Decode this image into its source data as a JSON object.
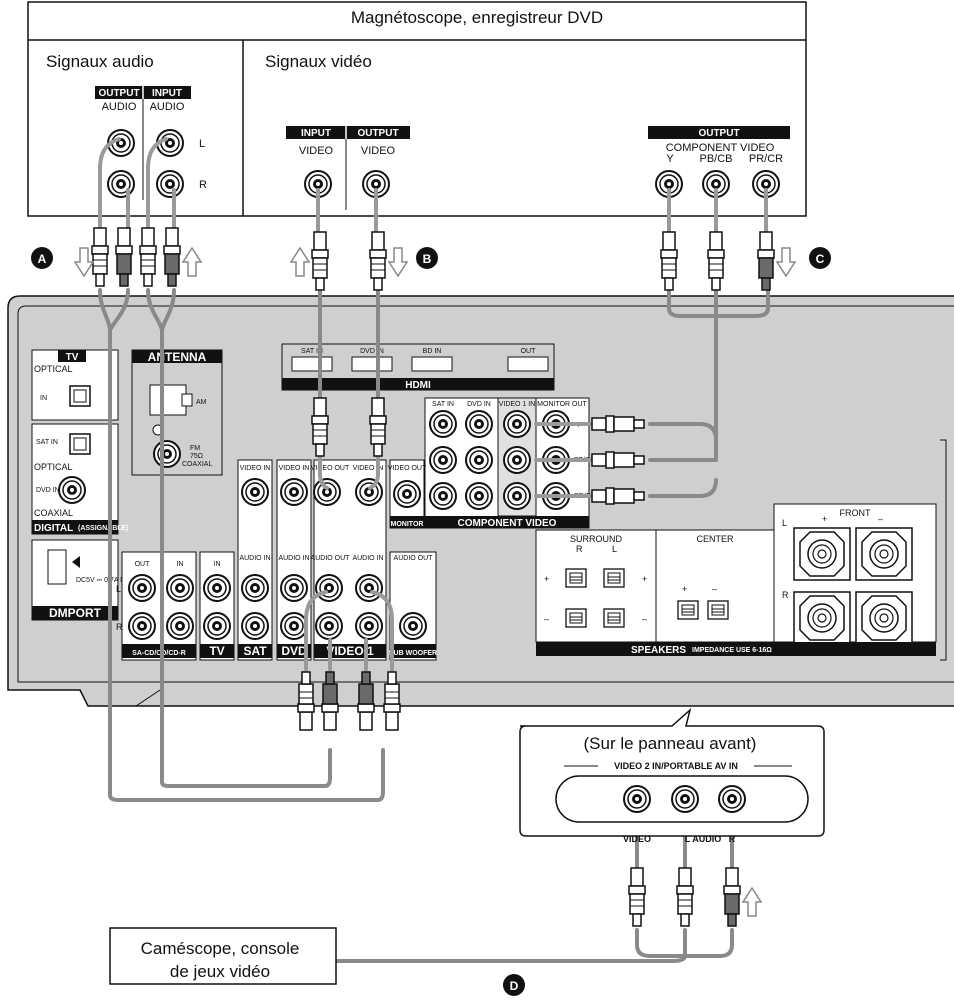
{
  "top_device": {
    "title": "Magnétoscope, enregistreur DVD",
    "audio_section": "Signaux audio",
    "video_section": "Signaux vidéo",
    "audio_out_header": "OUTPUT",
    "audio_in_header": "INPUT",
    "audio_out_label": "AUDIO",
    "audio_in_label": "AUDIO",
    "left_label": "L",
    "right_label": "R",
    "video_in_header": "INPUT",
    "video_out_header": "OUTPUT",
    "video_in_label": "VIDEO",
    "video_out_label": "VIDEO",
    "component_header": "OUTPUT",
    "component_label": "COMPONENT VIDEO",
    "y_label": "Y",
    "pb_label": "PB/CB",
    "pr_label": "PR/CR"
  },
  "callouts": {
    "a": "A",
    "b": "B",
    "c": "C",
    "d": "D"
  },
  "receiver": {
    "tv_box": "TV",
    "optical": "OPTICAL",
    "in": "IN",
    "sat_in": "SAT IN",
    "optical2": "OPTICAL",
    "dvd_in": "DVD IN",
    "coaxial": "COAXIAL",
    "digital": "DIGITAL",
    "assignable": "(ASSIGNABLE)",
    "antenna": "ANTENNA",
    "am": "AM",
    "fm": "FM",
    "fm_ohm": "75Ω",
    "fm_coax": "COAXIAL",
    "hdmi_sat": "SAT IN",
    "hdmi_dvd": "DVD IN",
    "hdmi_bd": "BD IN",
    "hdmi_out": "OUT",
    "hdmi": "HDMI",
    "comp_sat": "SAT IN",
    "comp_dvd": "DVD IN",
    "comp_video1": "VIDEO 1 IN",
    "comp_monitor": "MONITOR OUT",
    "comp_y": "Y",
    "comp_pb": "PB/CB",
    "comp_pr": "PR/CR",
    "component_video": "COMPONENT VIDEO",
    "video_in": "VIDEO IN",
    "video_out": "VIDEO OUT",
    "audio_in": "AUDIO IN",
    "audio_out": "AUDIO OUT",
    "monitor": "MONITOR",
    "dmport_power": "DC5V ⎓ 0.7A MAX",
    "dmport": "DMPORT",
    "out": "OUT",
    "in2": "IN",
    "in3": "IN",
    "l": "L",
    "r": "R",
    "sacd": "SA-CD/CD/CD-R",
    "tv": "TV",
    "sat": "SAT",
    "dvd": "DVD",
    "video1": "VIDEO 1",
    "subwoofer": "SUB WOOFER",
    "surround": "SURROUND",
    "surround_r": "R",
    "surround_l": "L",
    "center": "CENTER",
    "front": "FRONT",
    "front_l": "L",
    "front_r": "R",
    "plus": "+",
    "minus": "–",
    "speakers": "SPEAKERS",
    "impedance": "IMPEDANCE USE 6-16Ω"
  },
  "front_panel": {
    "title": "(Sur le panneau avant)",
    "subtitle": "VIDEO 2 IN/PORTABLE AV IN",
    "video": "VIDEO",
    "l_audio": "L AUDIO",
    "r": "R"
  },
  "camcorder": {
    "line1": "Caméscope, console",
    "line2": "de jeux vidéo"
  },
  "colors": {
    "receiver_panel": "#cfcfcf",
    "cable": "#8a8a8a",
    "label_bar": "#111111"
  }
}
